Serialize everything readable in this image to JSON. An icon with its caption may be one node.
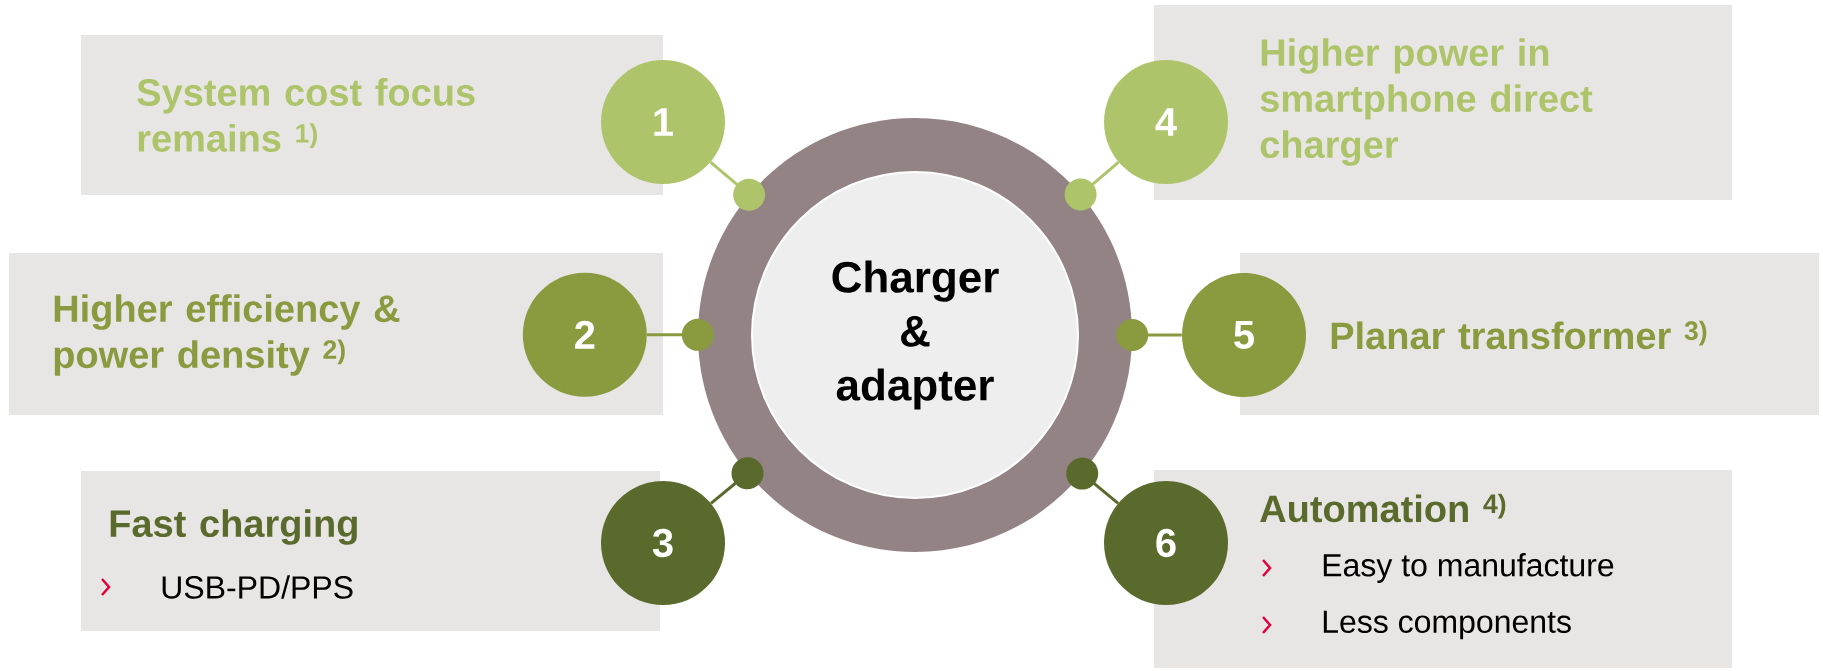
{
  "diagram": {
    "nodes": [
      {
        "text": [
          "Charger & adapter"
        ]
      },
      {
        "text": [
          "System cost focus remains $^{1)}$"
        ]
      },
      {
        "text": [
          "1"
        ]
      },
      {
        "text": [
          "Higher efficiency & power density $^{2)}$"
        ]
      },
      {
        "text": [
          "2"
        ],
        "in": 3
      },
      {
        "text": [
          "Fast charging",
          "USB-PD/PPS"
        ]
      },
      {
        "text": [
          "3"
        ]
      },
      {
        "text": [
          "Higher power in smartphone direct charger"
        ]
      },
      {
        "text": [
          "4"
        ]
      },
      {
        "text": [
          "Planar transformer $^{3)}$"
        ]
      },
      {
        "text": [
          "5"
        ]
      },
      {
        "text": [
          "Automation $^{4)}$",
          "Easy to manufacture",
          "Less components"
        ]
      },
      {
        "text": [
          "6"
        ]
      }
    ],
    "edges": [
      {
        "from": 2,
        "to": 0,
        "arrow": "other",
        "color": "#aec46a"
      },
      {
        "from": 4,
        "to": 0,
        "arrow": "other",
        "color": "#8a9a3f"
      },
      {
        "from": 6,
        "to": 0,
        "arrow": "other",
        "color": "#5a6a2c"
      },
      {
        "from": 8,
        "to": 0,
        "arrow": "other",
        "color": "#aec46a"
      },
      {
        "from": 10,
        "to": 0,
        "arrow": "other",
        "color": "#8a9a3f"
      },
      {
        "from": 12,
        "to": 0,
        "arrow": "other",
        "color": "#5a6a2c"
      }
    ]
  }
}
